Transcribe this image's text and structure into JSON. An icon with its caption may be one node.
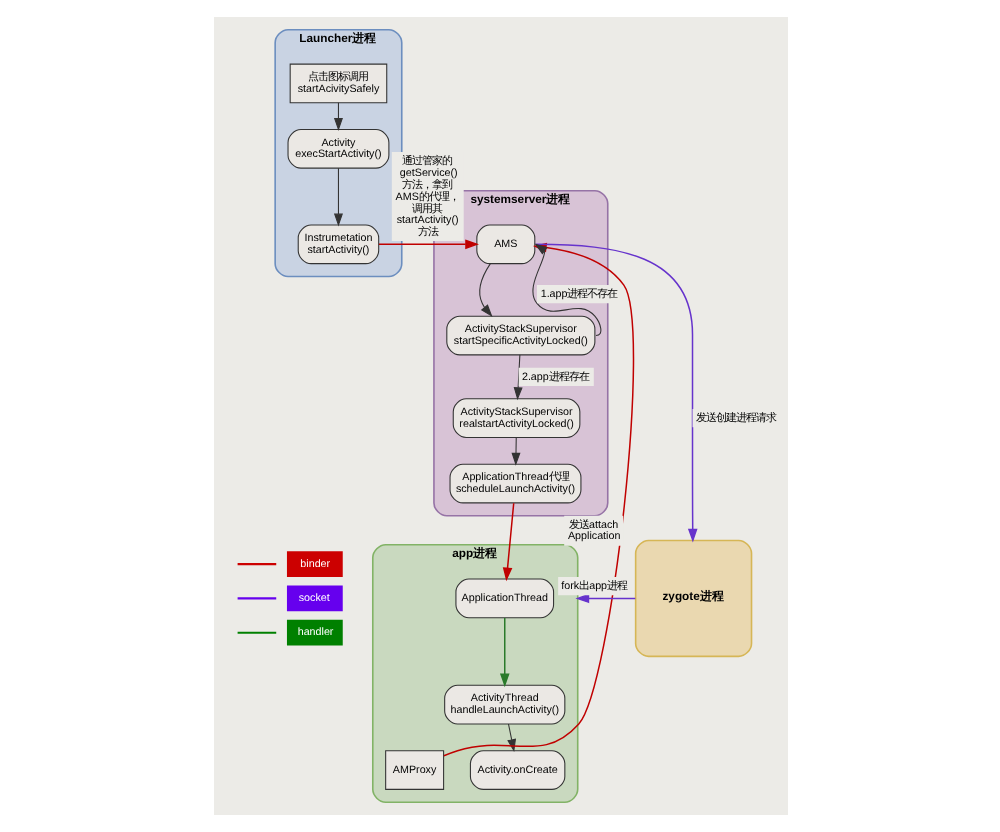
{
  "diagram": {
    "nodes": [
      {
        "text": [
          "Launcher进程"
        ]
      },
      {
        "text": [
          "点击图标调用 startAcivitySafely"
        ],
        "in": 0
      },
      {
        "text": [
          "Activity execStartActivity()"
        ],
        "in": 0
      },
      {
        "text": [
          "Instrumetation startActivity()"
        ],
        "in": 0
      },
      {
        "text": [
          "systemserver进程"
        ]
      },
      {
        "text": [
          "AMS"
        ],
        "in": 4
      },
      {
        "text": [
          "ActivityStackSupervisor startSpecificActivityLocked()"
        ],
        "in": 4
      },
      {
        "text": [
          "ActivityStackSupervisor realstartActivityLocked()"
        ],
        "in": 4
      },
      {
        "text": [
          "ApplicationThread代理 scheduleLaunchActivity()"
        ],
        "in": 4
      },
      {
        "text": [
          "app进程"
        ]
      },
      {
        "text": [
          "ApplicationThread"
        ],
        "in": 9
      },
      {
        "text": [
          "ActivityThread handleLaunchActivity()"
        ],
        "in": 9
      },
      {
        "text": [
          "Activity.onCreate"
        ],
        "in": 9
      },
      {
        "text": [
          "AMProxy"
        ],
        "in": 9
      },
      {
        "text": [
          "zygote进程"
        ]
      }
    ],
    "edges": [
      {
        "from": 1,
        "to": 2,
        "arrow": "to"
      },
      {
        "from": 2,
        "to": 3,
        "arrow": "to"
      },
      {
        "from": 3,
        "to": 5,
        "arrow": "to",
        "label": "通过管家的getService()方法，拿到AMS的代理，调用其startActivity()方法",
        "color": "#c00000"
      },
      {
        "from": 13,
        "to": 5,
        "arrow": "to",
        "label": "发送attach Application",
        "color": "#c00000"
      },
      {
        "from": 5,
        "to": 6,
        "arrow": "to"
      },
      {
        "from": 6,
        "to": 5,
        "arrow": "to",
        "label": "1.app进程不存在"
      },
      {
        "from": 6,
        "to": 7,
        "arrow": "to",
        "label": "2.app进程存在"
      },
      {
        "from": 7,
        "to": 8,
        "arrow": "to"
      },
      {
        "from": 8,
        "to": 10,
        "arrow": "to",
        "color": "#c00000"
      },
      {
        "from": 5,
        "to": 14,
        "arrow": "to",
        "label": "发送创建进程请求",
        "color": "#6633cc"
      },
      {
        "from": 14,
        "to": 9,
        "arrow": "to",
        "label": "fork出app进程",
        "color": "#6633cc"
      },
      {
        "from": 10,
        "to": 11,
        "arrow": "to",
        "color": "#2a7a2a"
      },
      {
        "from": 11,
        "to": 12,
        "arrow": "to"
      }
    ],
    "legend": [
      {
        "text": "binder",
        "color": "#cc0000"
      },
      {
        "text": "socket",
        "color": "#6600ee"
      },
      {
        "text": "handler",
        "color": "#008000"
      }
    ]
  }
}
